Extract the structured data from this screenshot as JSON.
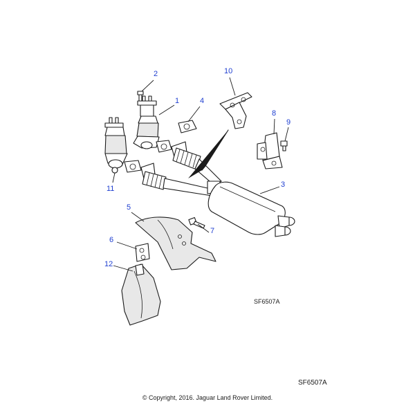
{
  "diagram": {
    "callouts": {
      "c1": "1",
      "c2": "2",
      "c3": "3",
      "c4": "4",
      "c5": "5",
      "c6": "6",
      "c7": "7",
      "c8": "8",
      "c9": "9",
      "c10": "10",
      "c11": "11",
      "c12": "12"
    },
    "reference_small": "SF6507A",
    "reference_large": "SF6507A"
  },
  "footer": {
    "copyright": "© Copyright, 2016. Jaguar Land Rover Limited."
  },
  "colors": {
    "callout": "#1f3fd1",
    "line": "#1a1a1a"
  }
}
